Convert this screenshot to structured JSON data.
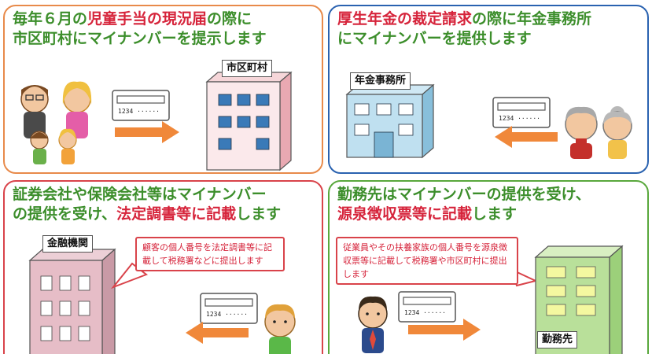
{
  "panels": [
    {
      "heading_lines": [
        [
          {
            "t": "毎年６月の",
            "c": "g"
          },
          {
            "t": "児童手当の現況届",
            "c": "r"
          },
          {
            "t": "の際に",
            "c": "g"
          }
        ],
        [
          {
            "t": "市区町村にマイナンバーを提示します",
            "c": "g"
          }
        ]
      ],
      "building_label": "市区町村",
      "card_text": "1234 ······"
    },
    {
      "heading_lines": [
        [
          {
            "t": "厚生年金の裁定請求",
            "c": "r"
          },
          {
            "t": "の際に年金事務所",
            "c": "g"
          }
        ],
        [
          {
            "t": "にマイナンバーを提供します",
            "c": "g"
          }
        ]
      ],
      "building_label": "年金事務所",
      "card_text": "1234 ······"
    },
    {
      "heading_lines": [
        [
          {
            "t": "証券会社や保険会社等はマイナンバー",
            "c": "g"
          }
        ],
        [
          {
            "t": "の提供を受け、",
            "c": "g"
          },
          {
            "t": "法定調書等に記載",
            "c": "r"
          },
          {
            "t": "します",
            "c": "g"
          }
        ]
      ],
      "building_label": "金融機関",
      "callout": "顧客の個人番号を法定調書等に記載して税務署などに提出します",
      "card_text": "1234 ······"
    },
    {
      "heading_lines": [
        [
          {
            "t": "勤務先はマイナンバーの提供を受け、",
            "c": "g"
          }
        ],
        [
          {
            "t": "源泉徴収票等に記載",
            "c": "r"
          },
          {
            "t": "します",
            "c": "g"
          }
        ]
      ],
      "building_label": "勤務先",
      "callout": "従業員やその扶養家族の個人番号を源泉徴収票等に記載して税務署や市区町村に提出します",
      "card_text": "1234 ······"
    }
  ],
  "colors": {
    "green_text": "#3c8e2b",
    "red_text": "#d6243b",
    "border_orange": "#e88a4a",
    "border_blue": "#2a62b0",
    "border_red": "#d9434a",
    "border_green": "#59a83c",
    "arrow": "#f0883a"
  }
}
